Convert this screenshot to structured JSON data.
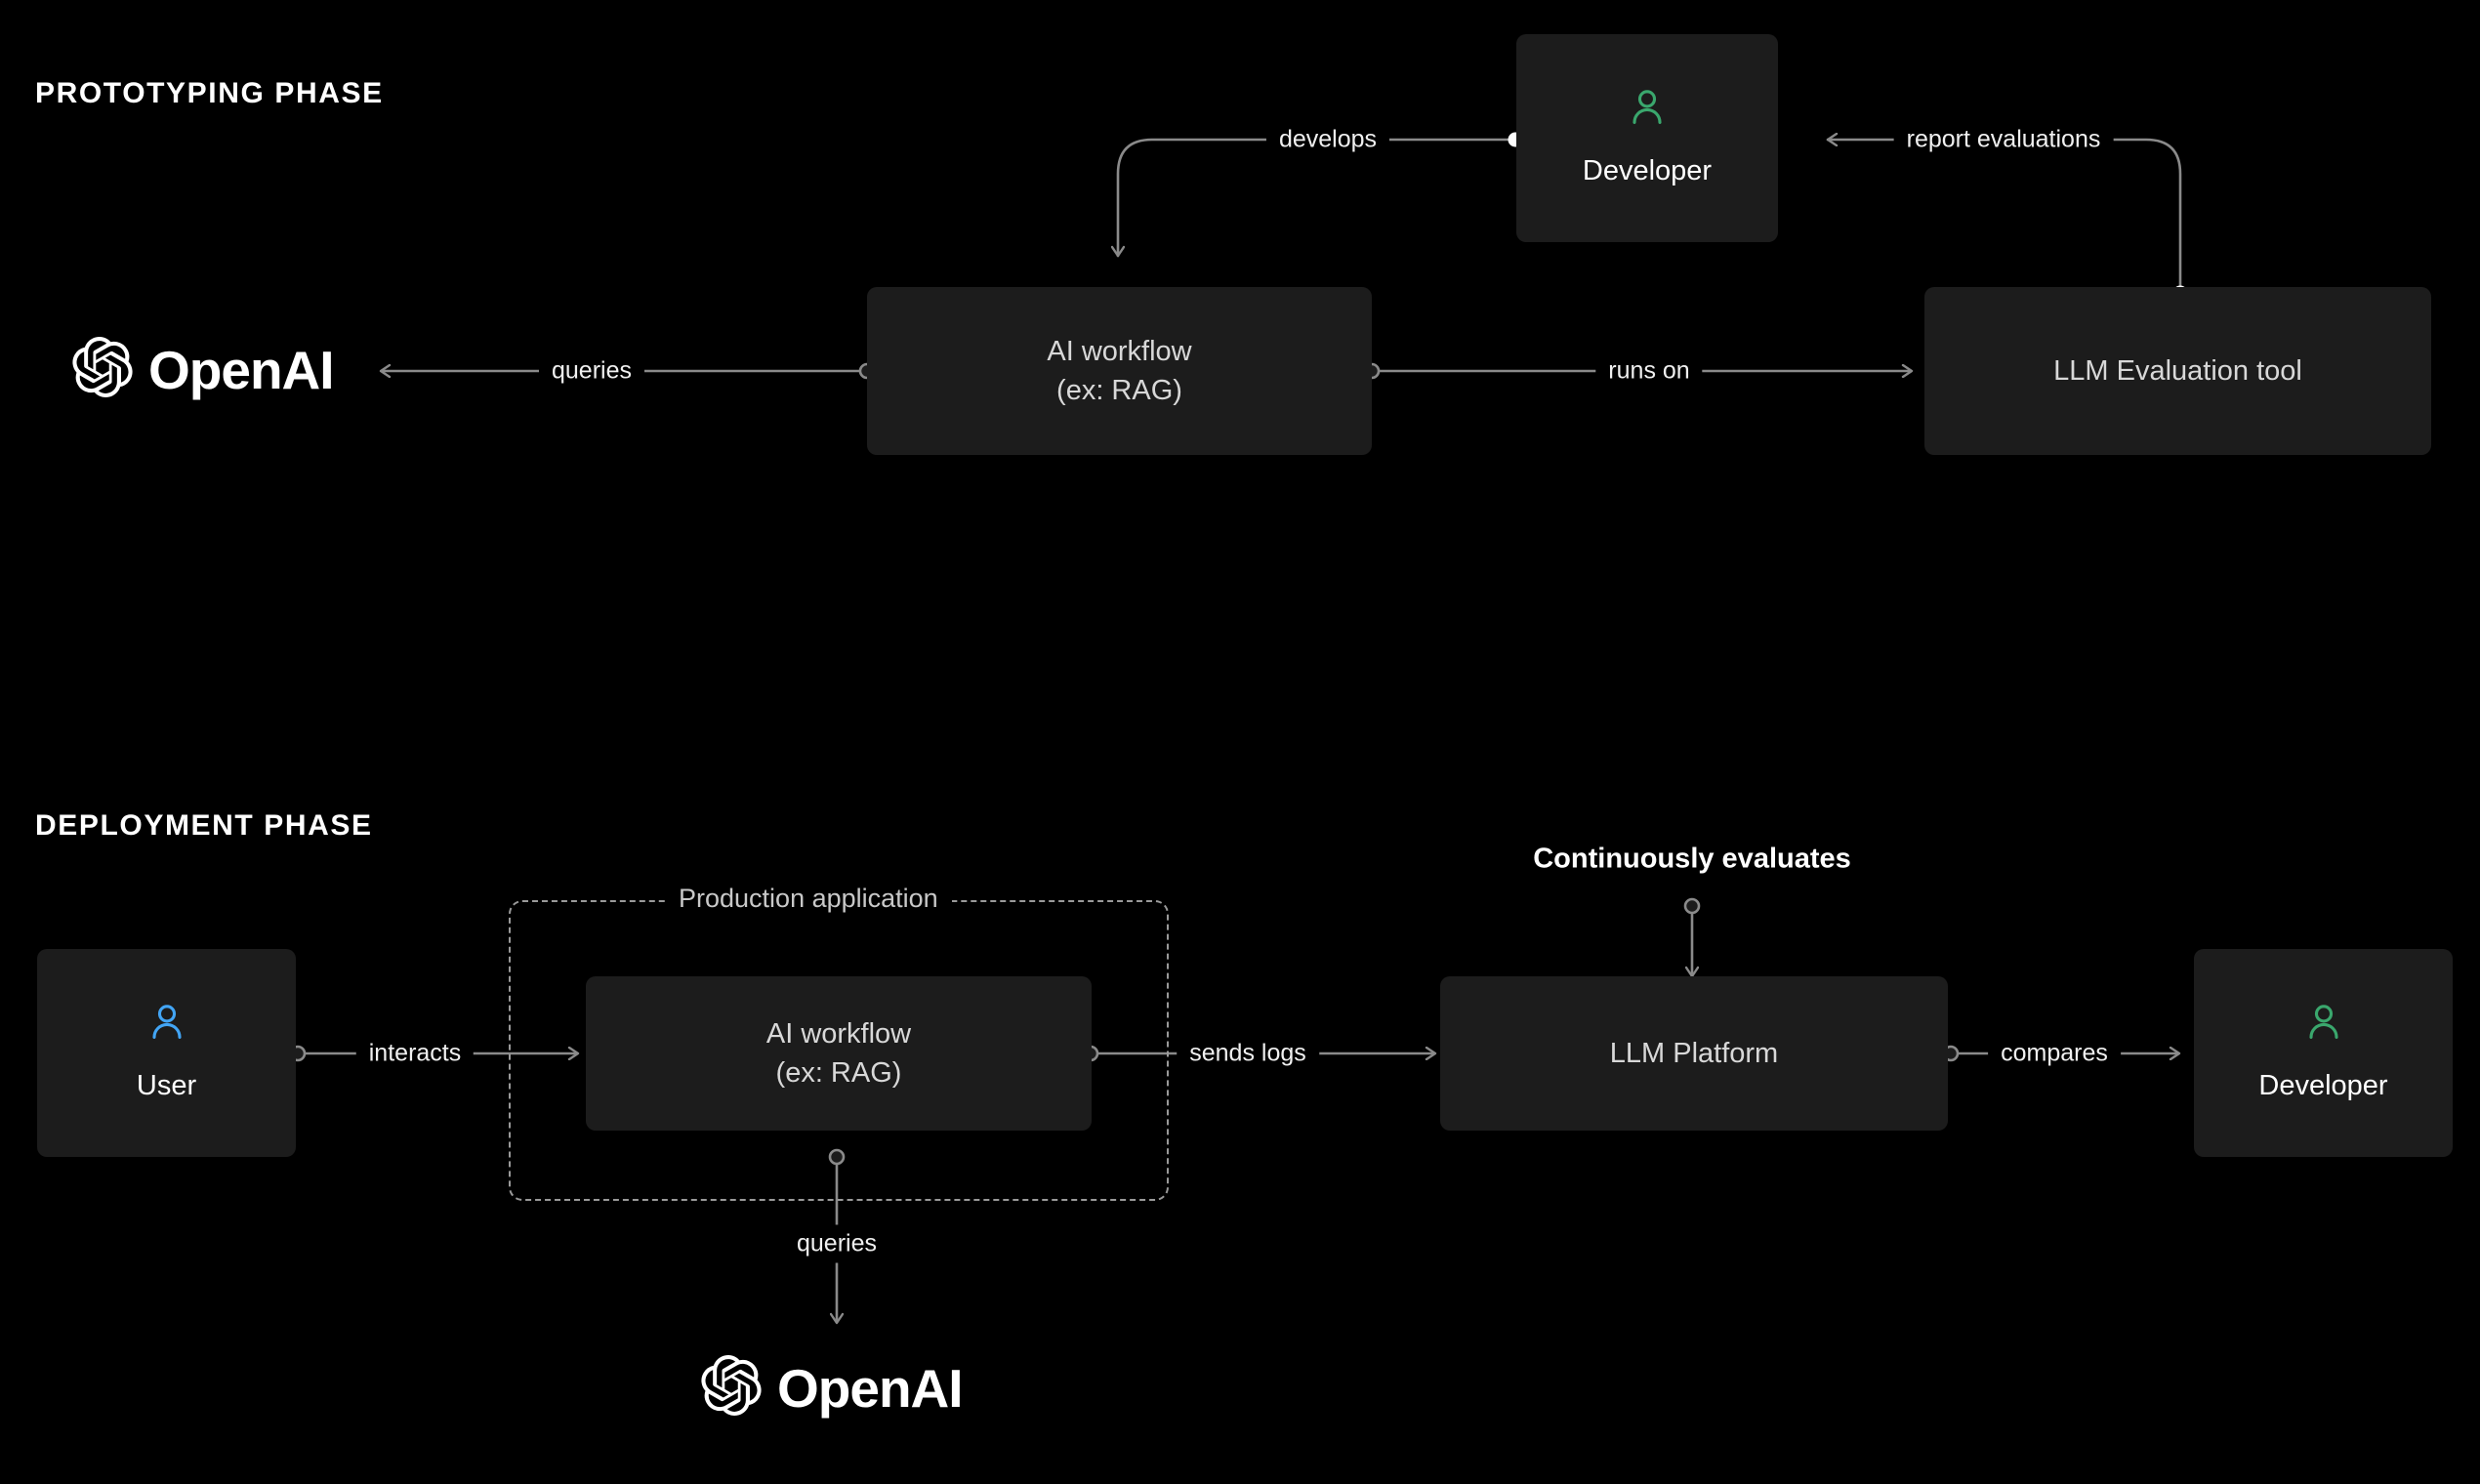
{
  "phases": {
    "prototyping": {
      "title": "PROTOTYPING PHASE"
    },
    "deployment": {
      "title": "DEPLOYMENT PHASE"
    }
  },
  "colors": {
    "background": "#000000",
    "node_fill": "#1c1c1c",
    "edge_stroke": "#8a8a8a",
    "developer_icon": "#3aa76d",
    "user_icon": "#42a5f5",
    "text_primary": "#ffffff",
    "text_node": "#d8d8d8",
    "dashed_border": "#9a9a9a"
  },
  "prototyping": {
    "nodes": {
      "openai": {
        "label": "OpenAI",
        "icon": "openai-logo"
      },
      "ai_workflow": {
        "label": "AI workflow\n(ex: RAG)"
      },
      "developer": {
        "label": "Developer",
        "icon": "person-icon"
      },
      "eval_tool": {
        "label": "LLM Evaluation tool"
      }
    },
    "edges": [
      {
        "name": "queries",
        "label": "queries",
        "from": "ai_workflow",
        "to": "openai"
      },
      {
        "name": "runs-on",
        "label": "runs on",
        "from": "ai_workflow",
        "to": "eval_tool"
      },
      {
        "name": "develops",
        "label": "develops",
        "from": "developer",
        "to": "ai_workflow"
      },
      {
        "name": "report-evaluations",
        "label": "report evaluations",
        "from": "eval_tool",
        "to": "developer"
      }
    ]
  },
  "deployment": {
    "group": {
      "label": "Production application"
    },
    "nodes": {
      "user": {
        "label": "User",
        "icon": "person-icon"
      },
      "ai_workflow": {
        "label": "AI workflow\n(ex: RAG)"
      },
      "llm_platform": {
        "label": "LLM Platform"
      },
      "developer": {
        "label": "Developer",
        "icon": "person-icon"
      },
      "openai": {
        "label": "OpenAI",
        "icon": "openai-logo"
      }
    },
    "annotations": {
      "continuously_evaluates": "Continuously evaluates"
    },
    "edges": [
      {
        "name": "interacts",
        "label": "interacts",
        "from": "user",
        "to": "ai_workflow"
      },
      {
        "name": "sends-logs",
        "label": "sends logs",
        "from": "ai_workflow",
        "to": "llm_platform"
      },
      {
        "name": "compares",
        "label": "compares",
        "from": "llm_platform",
        "to": "developer"
      },
      {
        "name": "queries",
        "label": "queries",
        "from": "ai_workflow",
        "to": "openai"
      },
      {
        "name": "evaluates",
        "label": "Continuously evaluates",
        "from": "annotation",
        "to": "llm_platform"
      }
    ]
  }
}
